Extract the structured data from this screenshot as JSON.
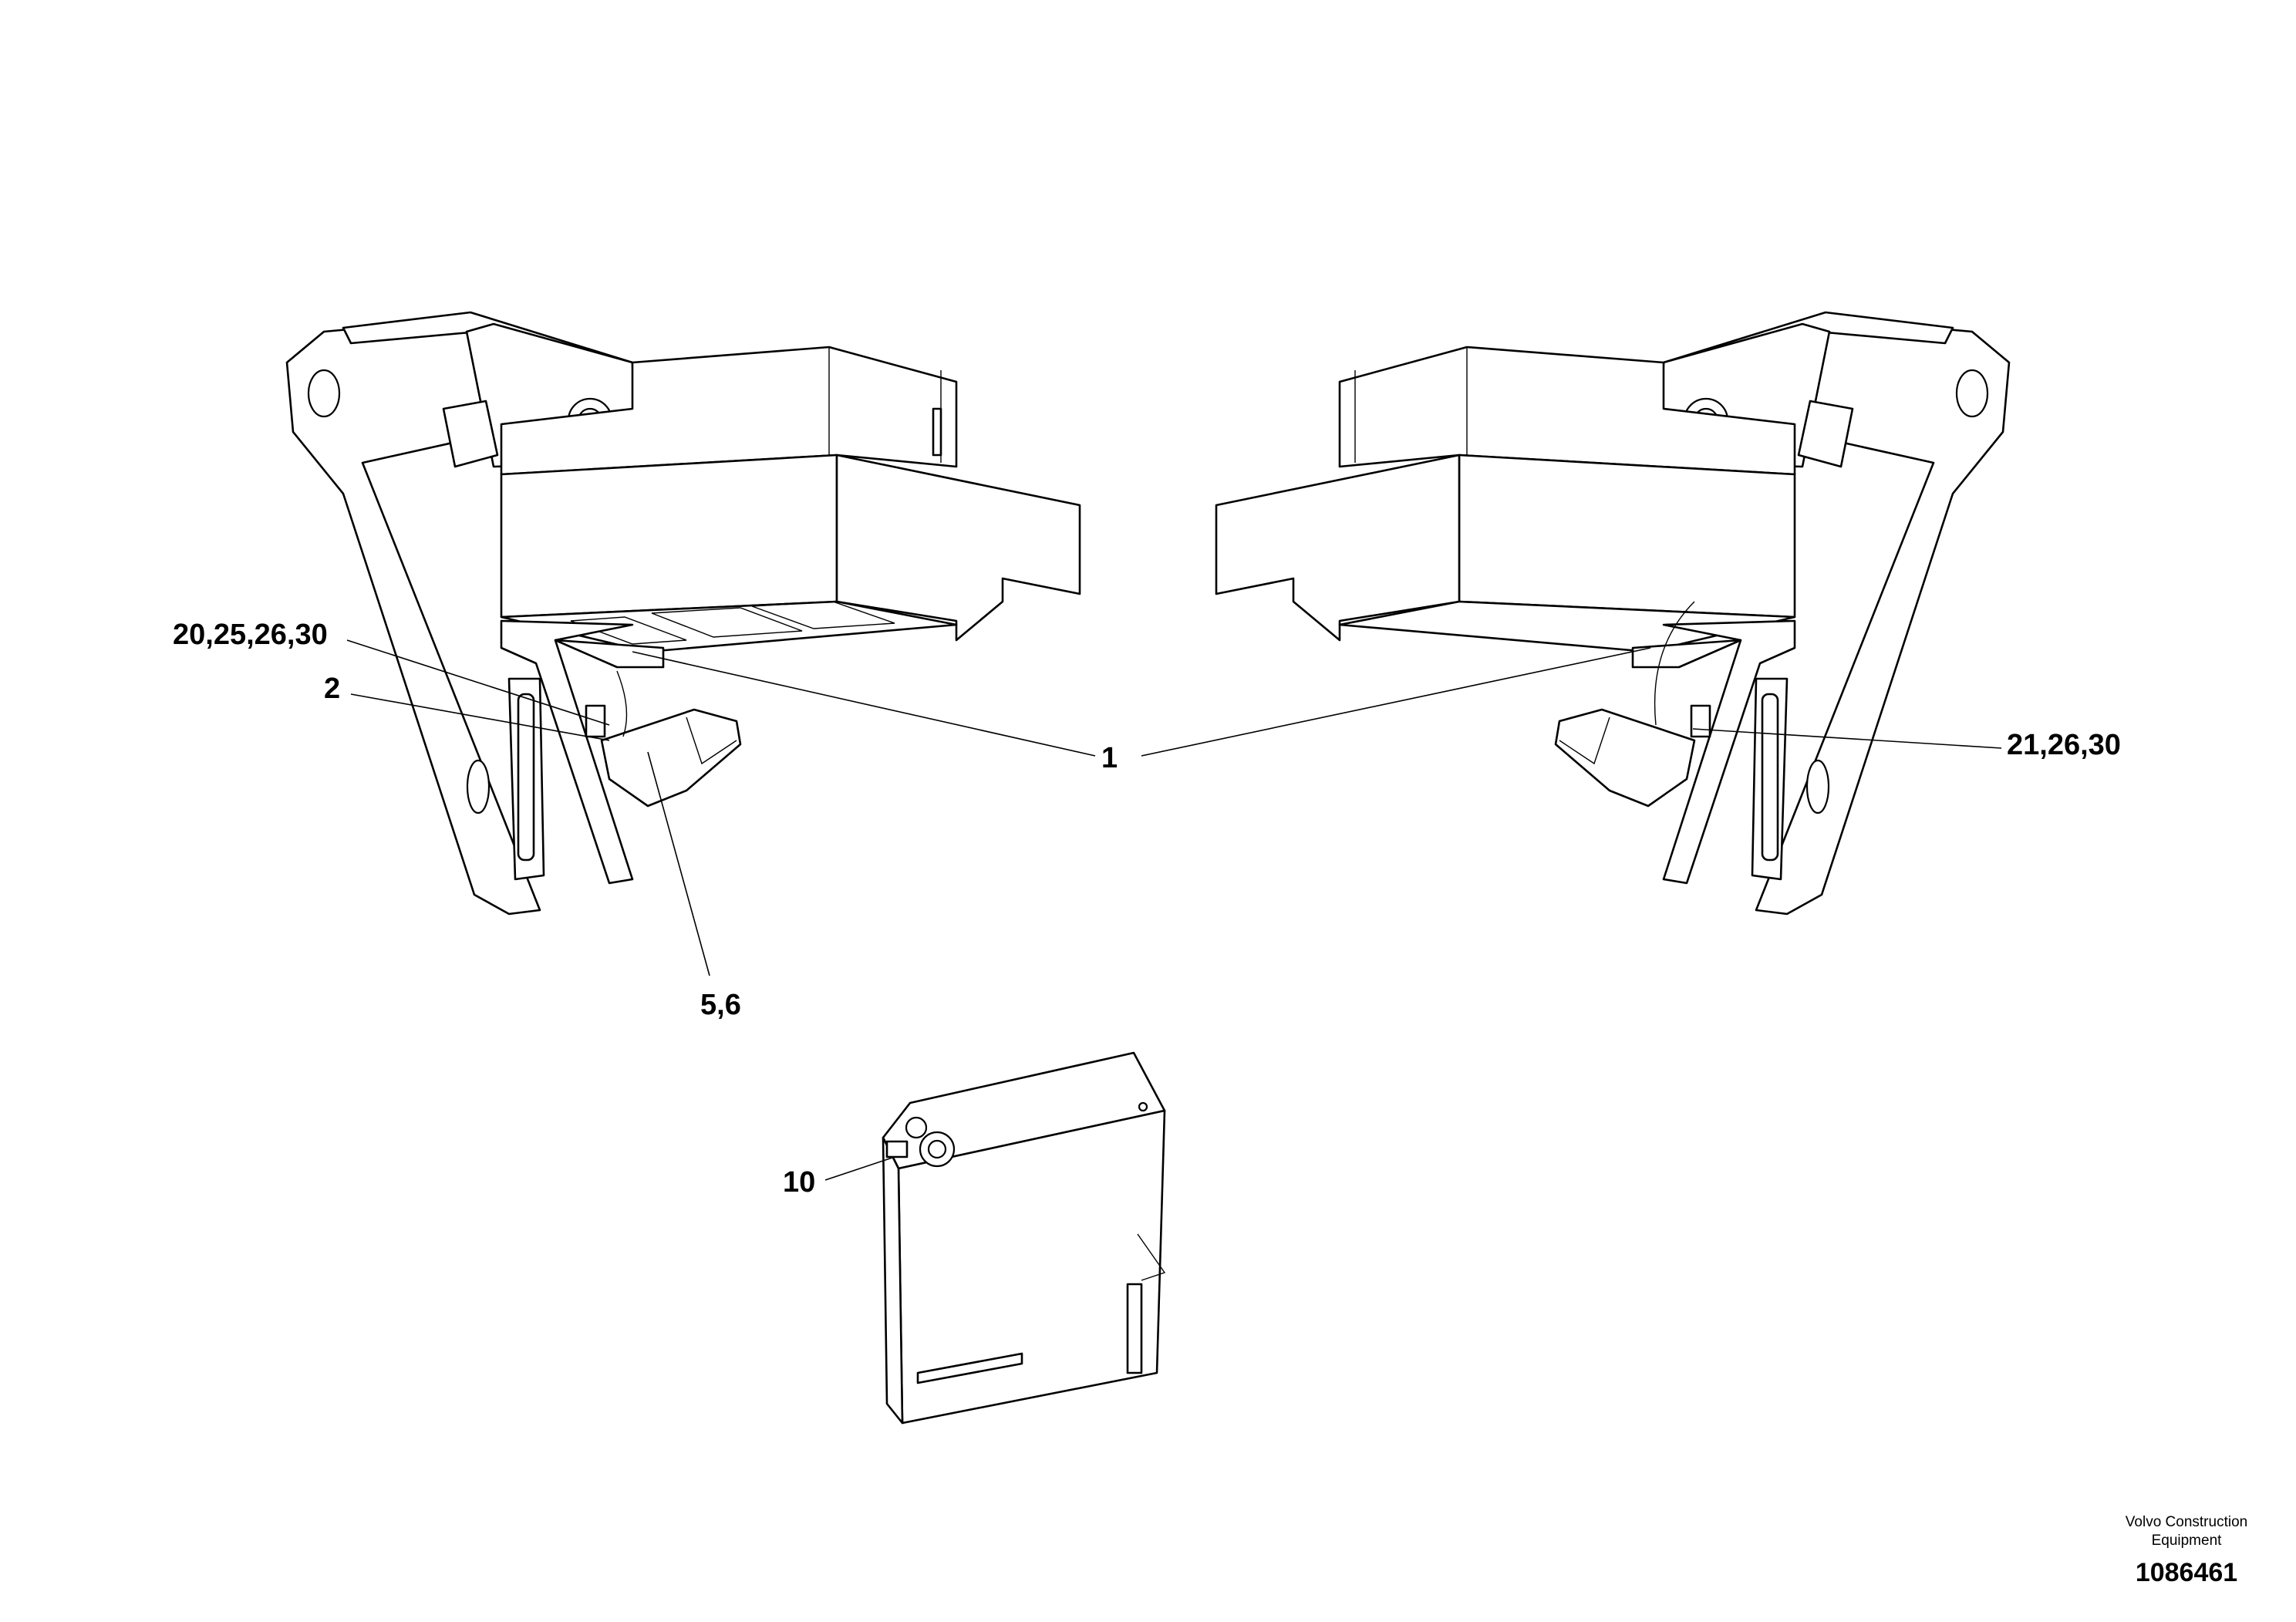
{
  "callouts": {
    "c_20_25_26_30": "20,25,26,30",
    "c_2": "2",
    "c_1": "1",
    "c_21_26_30": "21,26,30",
    "c_5_6": "5,6",
    "c_10": "10"
  },
  "footer": {
    "brand_line_1": "Volvo Construction",
    "brand_line_2": "Equipment",
    "figure_number": "1086461"
  }
}
